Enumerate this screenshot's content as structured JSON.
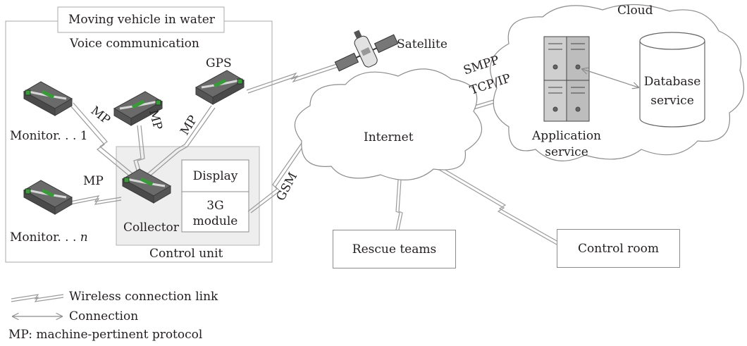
{
  "vehicle": {
    "title": "Moving vehicle in water",
    "voice": "Voice communication",
    "gps": "GPS",
    "monitor1": "Monitor. . . 1",
    "monitorN_prefix": "Monitor. . . ",
    "monitorN_suffix": "n",
    "collector": "Collector",
    "display": "Display",
    "module_line1": "3G",
    "module_line2": "module",
    "control_unit": "Control unit"
  },
  "protocol_labels": {
    "mp": "MP",
    "gsm": "GSM",
    "smpp": "SMPP",
    "tcpip": "TCP/IP"
  },
  "network": {
    "satellite": "Satellite",
    "internet": "Internet",
    "cloud": "Cloud",
    "app_line1": "Application",
    "app_line2": "service",
    "db_line1": "Database",
    "db_line2": "service",
    "rescue": "Rescue teams",
    "control_room": "Control room"
  },
  "legend": {
    "wireless": "Wireless connection link",
    "connection": "Connection",
    "mp_def": "MP: machine-pertinent protocol"
  },
  "colors": {
    "line": "#8c8c8c",
    "device_dark": "#5a5a5a",
    "device_green": "#3a9a3a",
    "panel_fill": "#eeeeee"
  }
}
